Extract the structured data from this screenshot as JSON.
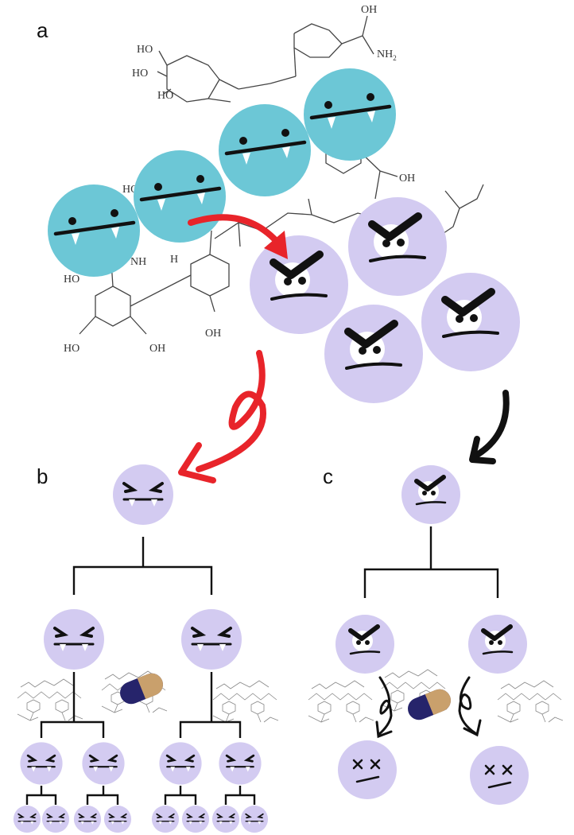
{
  "panels": {
    "a_label": "a",
    "b_label": "b",
    "c_label": "c"
  },
  "molecule_labels": {
    "oh_top": "OH",
    "nh2": "NH",
    "nh2_sub": "2",
    "ho_sugar_1": "HO",
    "ho_sugar_2": "HO",
    "ho_sugar_3": "HO",
    "oh_right": "OH",
    "ho_left_bottom": "HO",
    "ho_ring_1": "HO",
    "oh_ring_1": "OH",
    "oh_ring_2": "OH",
    "nh_small": "NH",
    "ho_mid": "HO",
    "n_h": "H"
  },
  "colors": {
    "drug_particle": "#6cc7d6",
    "bacterium": "#d3cbf1",
    "red_arrow": "#e8242a",
    "black_arrow": "#111111",
    "capsule_tan": "#c9a06c",
    "capsule_navy": "#26246b"
  },
  "icons": {
    "drug": "fanged-face-icon",
    "bacterium": "angry-face-icon",
    "dead_bacterium": "dead-face-icon",
    "pill": "capsule-icon"
  }
}
